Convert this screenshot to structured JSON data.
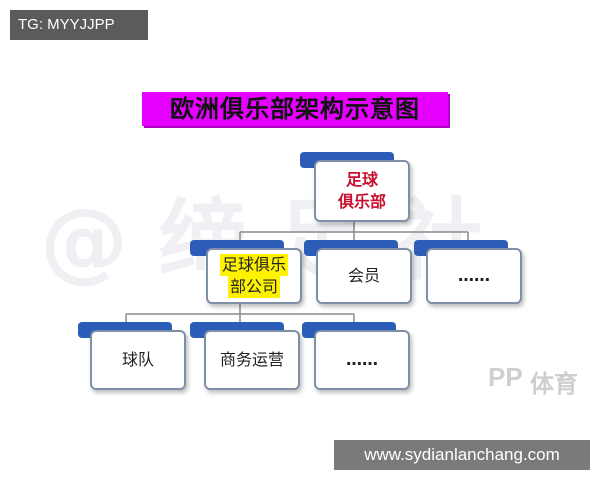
{
  "corner_label": "TG: MYYJJPP",
  "diagram": {
    "title": "欧洲俱乐部架构示意图",
    "root": {
      "line1": "足球",
      "line2": "俱乐部"
    },
    "level2": [
      {
        "label": "足球俱乐部公司",
        "line1": "足球俱乐",
        "line2": "部公司"
      },
      {
        "label": "会员"
      },
      {
        "label": "……"
      }
    ],
    "level3": [
      {
        "label": "球队"
      },
      {
        "label": "商务运营"
      },
      {
        "label": "……"
      }
    ]
  },
  "watermarks": {
    "center": "@ 缔 足 社",
    "pp_logo": "PP",
    "pp_text": "体育",
    "url": "www.sydianlanchang.com"
  },
  "colors": {
    "title_bg": "#e600ff",
    "accent_blue": "#2b5cb8",
    "root_text": "#c8102e",
    "highlight": "#fff200"
  }
}
